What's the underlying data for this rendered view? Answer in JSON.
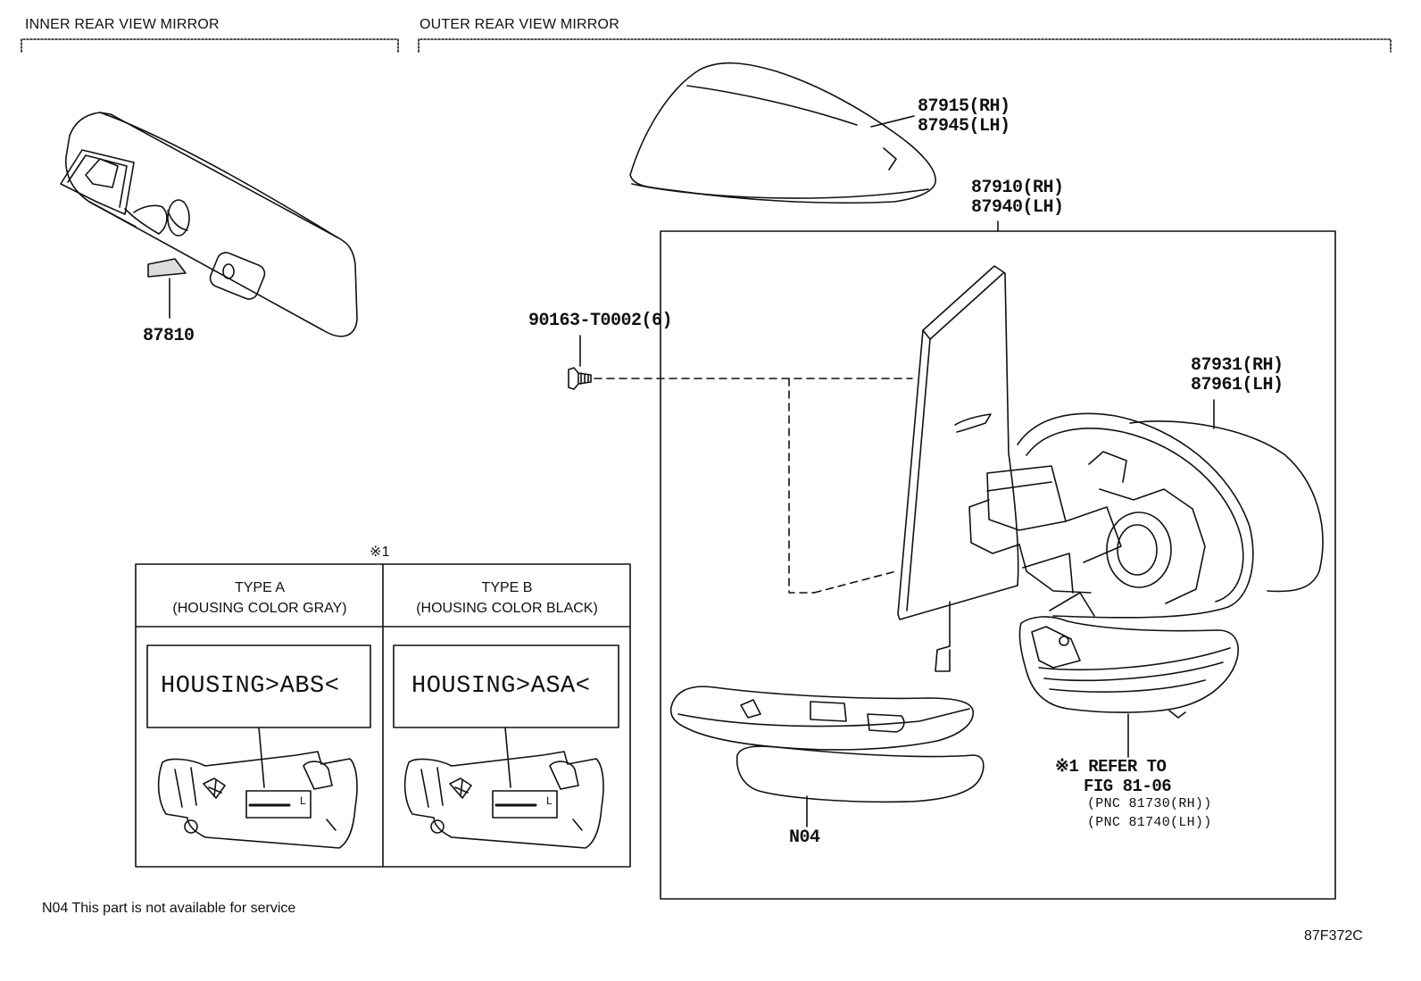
{
  "sections": {
    "inner": "INNER REAR VIEW MIRROR",
    "outer": "OUTER REAR VIEW MIRROR"
  },
  "parts": {
    "p87810": "87810",
    "p87915": "87915(RH)",
    "p87945": "87945(LH)",
    "p87910": "87910(RH)",
    "p87940": "87940(LH)",
    "p90163": "90163-T0002(6)",
    "p87931": "87931(RH)",
    "p87961": "87961(LH)",
    "n04": "N04"
  },
  "refer": {
    "line1": "※1 REFER TO",
    "line2": "FIG 81-06",
    "line3": "(PNC 81730(RH))",
    "line4": "(PNC 81740(LH))"
  },
  "table": {
    "mark": "※1",
    "type_a_title": "TYPE A",
    "type_a_sub": "(HOUSING COLOR GRAY)",
    "type_b_title": "TYPE B",
    "type_b_sub": "(HOUSING COLOR BLACK)",
    "housing_a": "HOUSING>ABS<",
    "housing_b": "HOUSING>ASA<",
    "tag": "L"
  },
  "footnote": "N04 This part is not available for service",
  "figure_code": "87F372C"
}
